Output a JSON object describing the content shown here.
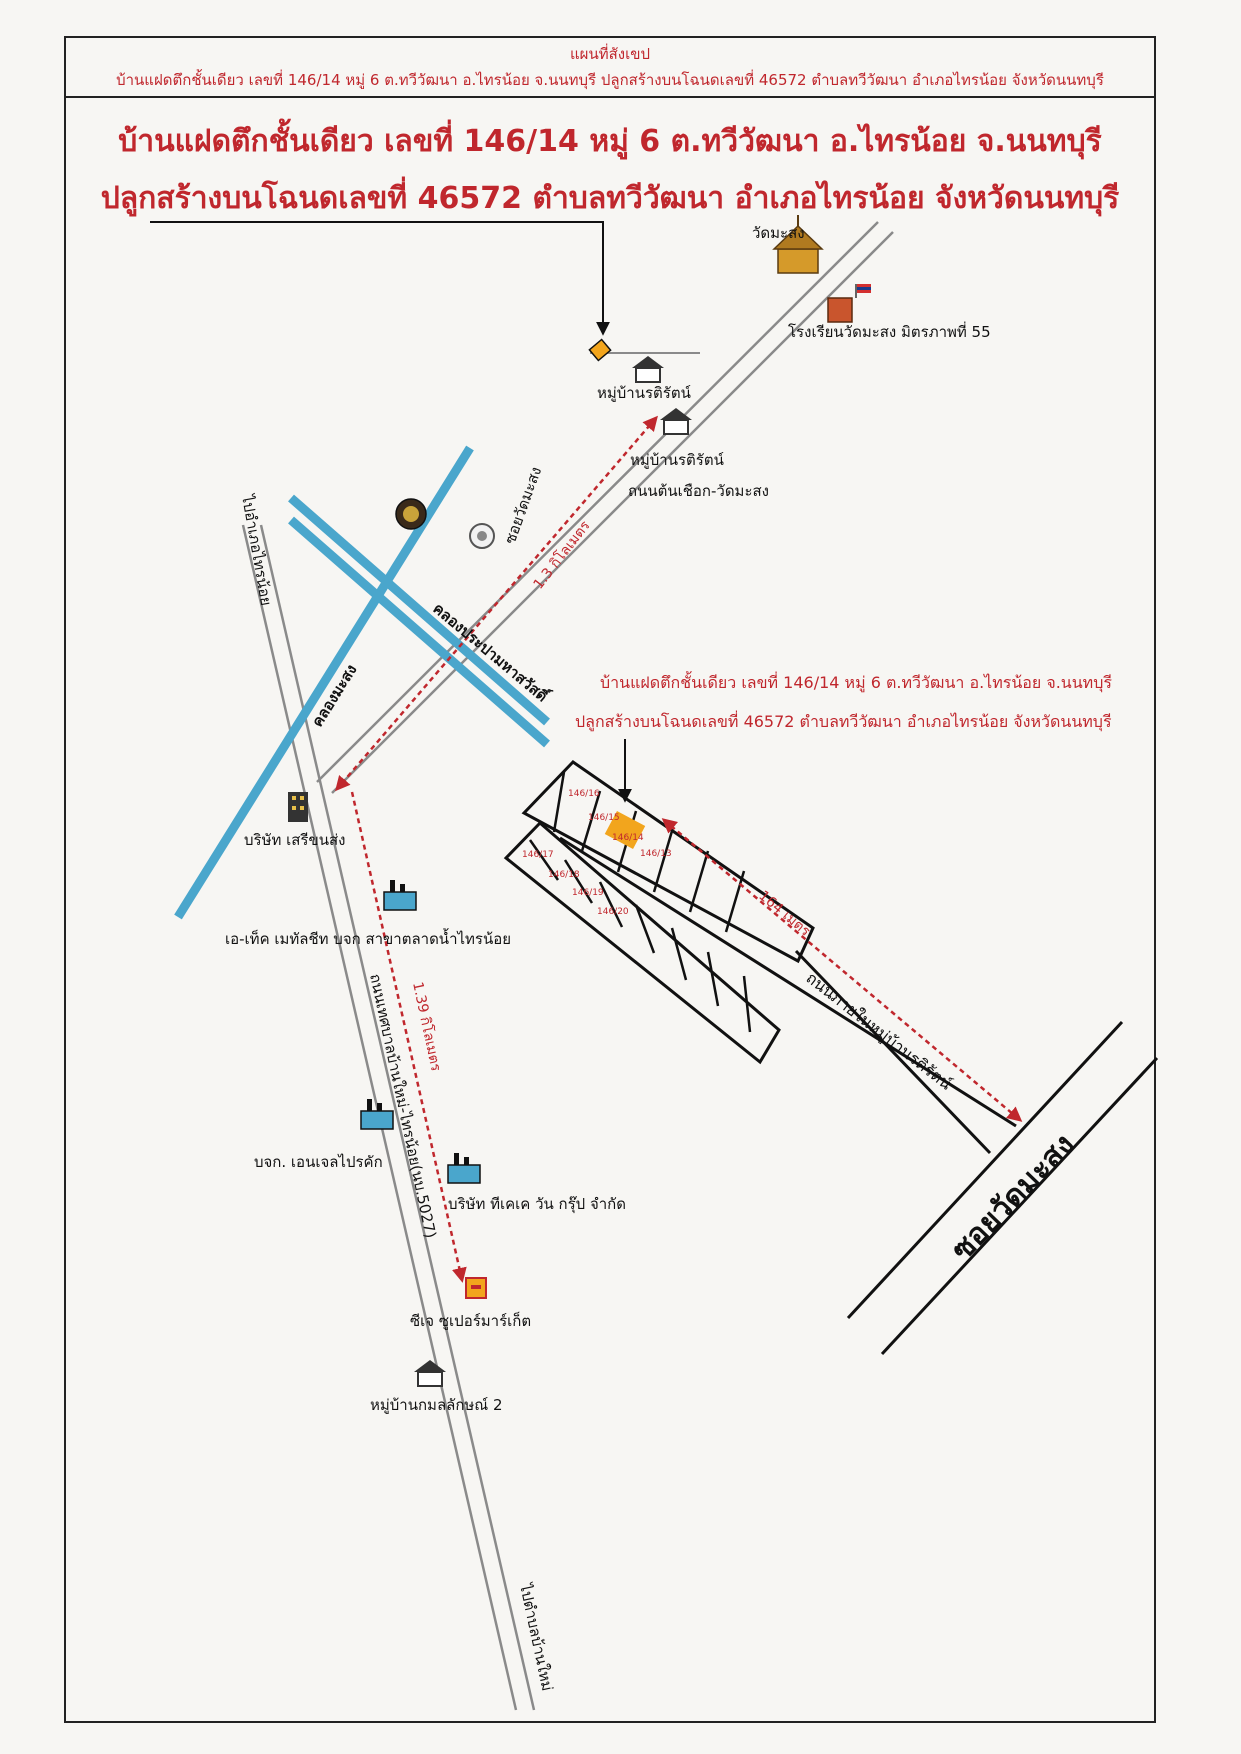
{
  "header": {
    "title": "แผนที่สังเขป",
    "subtitle": "บ้านแฝดตึกชั้นเดียว เลขที่ 146/14 หมู่ 6 ต.ทวีวัฒนา อ.ไทรน้อย จ.นนทบุรี ปลูกสร้างบนโฉนดเลขที่ 46572 ตำบลทวีวัฒนา อำเภอไทรน้อย จังหวัดนนทบุรี"
  },
  "title": {
    "line1": "บ้านแฝดตึกชั้นเดียว เลขที่ 146/14 หมู่ 6 ต.ทวีวัฒนา อ.ไทรน้อย จ.นนทบุรี",
    "line2": "ปลูกสร้างบนโฉนดเลขที่ 46572 ตำบลทวีวัฒนา อำเภอไทรน้อย จังหวัดนนทบุรี"
  },
  "detail_label": {
    "line1": "บ้านแฝดตึกชั้นเดียว เลขที่ 146/14 หมู่ 6 ต.ทวีวัฒนา อ.ไทรน้อย จ.นนทบุรี",
    "line2": "ปลูกสร้างบนโฉนดเลขที่ 46572 ตำบลทวีวัฒนา อำเภอไทรน้อย จังหวัดนนทบุรี"
  },
  "landmarks": {
    "wat": "วัดมะสง",
    "school": "โรงเรียนวัดมะสง มิตรภาพที่ 55",
    "village_top": "หมู่บ้านรติรัตน์",
    "village_mid": "หมู่บ้านรติรัตน์",
    "road_khan": "ถนนต้นเชือก-วัดมะสง",
    "company_seri": "บริษัท เสรีขนส่ง",
    "atech": "เอ-เท็ค เมทัลชีท บจก สาขาตลาดน้ำไทรน้อย",
    "angel": "บจก. เอนเจลไปรคัก",
    "tkk": "บริษัท ทีเคเค วัน กรุ๊ป จำกัด",
    "cj": "ซีเจ ซูเปอร์มาร์เก็ต",
    "kamon": "หมู่บ้านกมลลักษณ์ 2"
  },
  "roads": {
    "soi_diag": "ซอยวัดมะสง",
    "soi_big": "ซอยวัดมะสง",
    "inner_road": "ถนนภายในหมู่บ้านรติรัตน์",
    "main_road": "ถนนเทศบาลบ้านใหม่-ไทรน้อย(นบ.5027)",
    "to_sainoi": "ไปอำเภอไทรน้อย",
    "to_banmai": "ไปตำบลบ้านใหม่"
  },
  "canals": {
    "maesong": "คลองมะสง",
    "prapa": "คลองประปามหาสวัสดิ์"
  },
  "distances": {
    "d1": "1.3 กิโลเมตร",
    "d2": "1.39 กิโลเมตร",
    "d3": "164 เมตร"
  },
  "plots": [
    "146/16",
    "146/15",
    "146/14",
    "146/13",
    "146/17",
    "146/18",
    "146/19",
    "146/20"
  ],
  "colors": {
    "title_red": "#c0272d",
    "canal_blue": "#4aa6cc",
    "subject_plot": "#f2a51d",
    "distance_red": "#c0272d"
  },
  "icons": {
    "temple": "temple-icon",
    "school": "school-flag-icon",
    "village": "village-house-icon",
    "factory": "factory-icon",
    "building": "office-building-icon",
    "shop": "supermarket-icon",
    "seal": "official-seal-icon"
  }
}
